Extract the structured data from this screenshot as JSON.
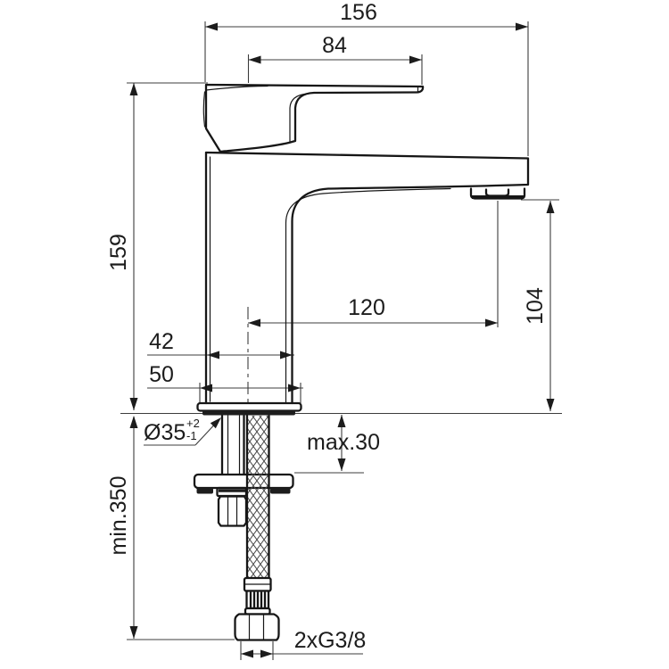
{
  "drawing": {
    "kind": "technical installation drawing",
    "subject": "single-lever basin mixer tap, side view",
    "labels": {
      "total_projection": "156",
      "handle_projection": "84",
      "body_height": "159",
      "outlet_height": "104",
      "spout_projection": "120",
      "body_width": "42",
      "base_width": "50",
      "hole_diameter": "Ø35",
      "hole_tol_plus": "+2",
      "hole_tol_minus": "-1",
      "deck_thickness": "max.30",
      "hose_length": "min.350",
      "connection_thread": "2xG3/8"
    },
    "colors": {
      "background": "#ffffff",
      "line": "#161616",
      "dimension_line": "#3c3c3c"
    }
  }
}
